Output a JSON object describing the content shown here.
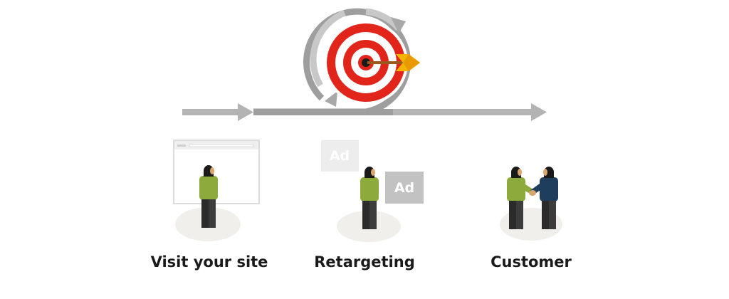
{
  "steps": [
    {
      "label": "Visit your site"
    },
    {
      "label": "Retargeting"
    },
    {
      "label": "Customer"
    }
  ],
  "ads": {
    "label_1": "Ad",
    "label_2": "Ad"
  },
  "colors": {
    "arrow_gray": "#b3b3b3",
    "arrow_dark": "#9e9e9e",
    "target_red": "#e1251b",
    "shirt_green": "#8cab3c",
    "shirt_navy": "#1f3d5c",
    "dart_yellow": "#f4b400",
    "ground": "#f1efec"
  }
}
